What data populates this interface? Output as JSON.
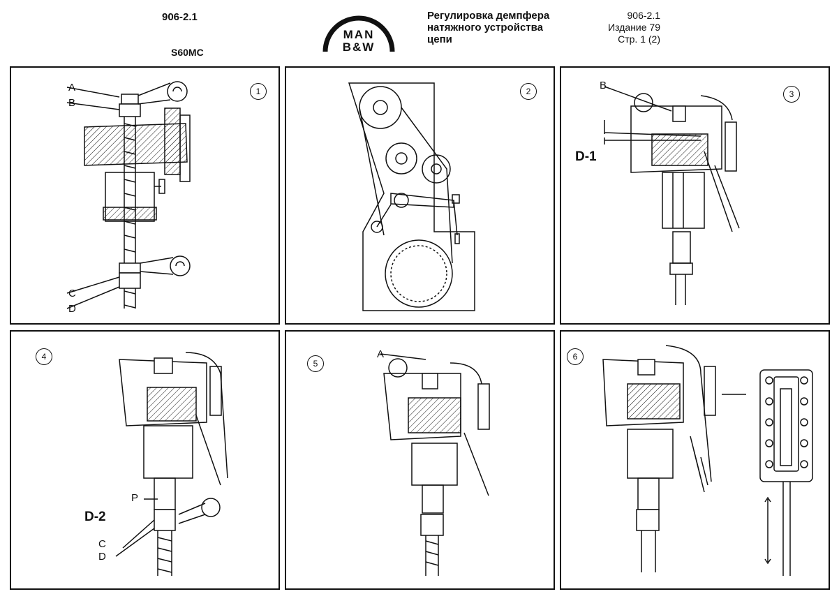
{
  "header": {
    "doc_code": "906-2.1",
    "engine": "S60MC",
    "title_lines": [
      "Регулировка демпфера",
      "натяжного устройства",
      "цепи"
    ],
    "meta_lines": [
      "906-2.1",
      "Издание 79",
      "Стр. 1 (2)"
    ]
  },
  "logo": {
    "top": "MAN",
    "bottom": "B&W"
  },
  "panels": [
    {
      "number": "1",
      "labels": [
        "A",
        "B",
        "C",
        "D"
      ]
    },
    {
      "number": "2",
      "labels": []
    },
    {
      "number": "3",
      "labels": [
        "B",
        "D-1"
      ]
    },
    {
      "number": "4",
      "labels": [
        "P",
        "D-2",
        "C",
        "D"
      ]
    },
    {
      "number": "5",
      "labels": [
        "A"
      ]
    },
    {
      "number": "6",
      "labels": []
    }
  ]
}
